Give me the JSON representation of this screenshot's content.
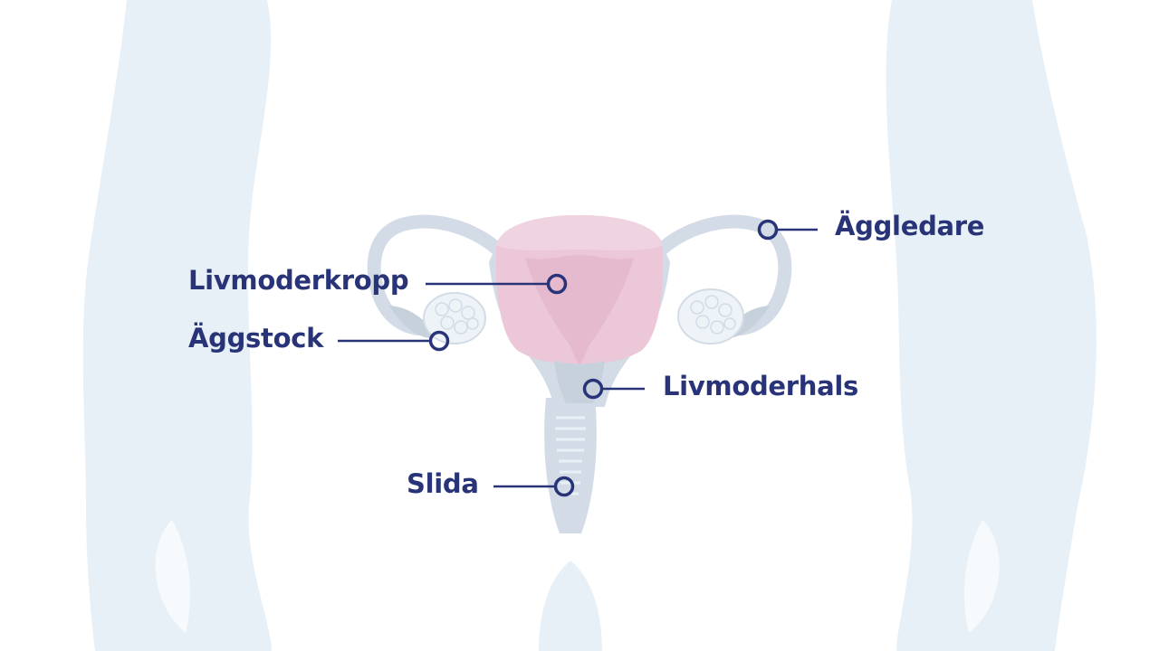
{
  "colors": {
    "background": "#ffffff",
    "body_silhouette": "#e8f0f7",
    "organ_gray": "#d3dce6",
    "organ_gray_dark": "#c6d1dc",
    "uterus_pink": "#ecc7d8",
    "uterus_pink_light": "#f0d3e0",
    "ovary_white": "#eef3f8",
    "label_navy": "#283477"
  },
  "labels": {
    "fallopian_tube": "Äggledare",
    "uterus_body": "Livmoderkropp",
    "ovary": "Äggstock",
    "cervix": "Livmoderhals",
    "vagina": "Slida"
  }
}
